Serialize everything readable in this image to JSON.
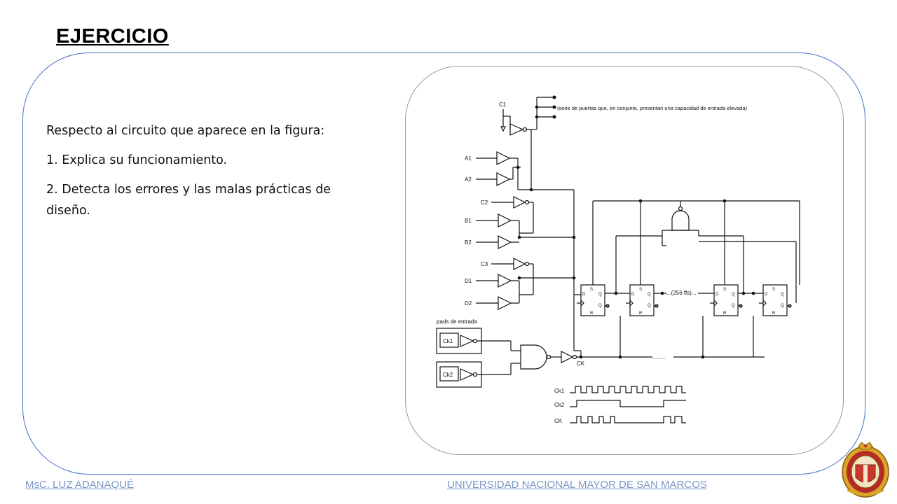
{
  "slide": {
    "title": "EJERCICIO",
    "instructions": [
      "Respecto al circuito que aparece en la figura:",
      "1. Explica su funcionamiento.",
      "2. Detecta los errores y las malas prácticas de diseño."
    ]
  },
  "circuit": {
    "note": "(serie de puertas que, en conjunto, presentan una capacidad de entrada elevada)",
    "inputs": {
      "c1": "C1",
      "a1": "A1",
      "a2": "A2",
      "c2": "C2",
      "b1": "B1",
      "b2": "B2",
      "c3": "C3",
      "d1": "D1",
      "d2": "D2"
    },
    "pads_title": "pads de entrada",
    "pad_ck1": "Ck1",
    "pad_ck2": "Ck2",
    "ck_label": "CK",
    "ff_count": "...(256 ffs)...",
    "dots": "..........",
    "waveform_labels": {
      "ck1": "Ck1",
      "ck2": "Ck2",
      "ck": "CK"
    },
    "ff_pins": {
      "s": "S",
      "d": "D",
      "q": "Q",
      "r": "R"
    }
  },
  "footer": {
    "author": "MsC. LUZ ADANAQUÉ ",
    "university": "UNIVERSIDAD NACIONAL MAYOR DE SAN MARCOS"
  },
  "colors": {
    "frame": "#4472c4",
    "footer_text": "#7b97c7",
    "seal_red": "#b52a23",
    "seal_gold": "#d9a629"
  }
}
